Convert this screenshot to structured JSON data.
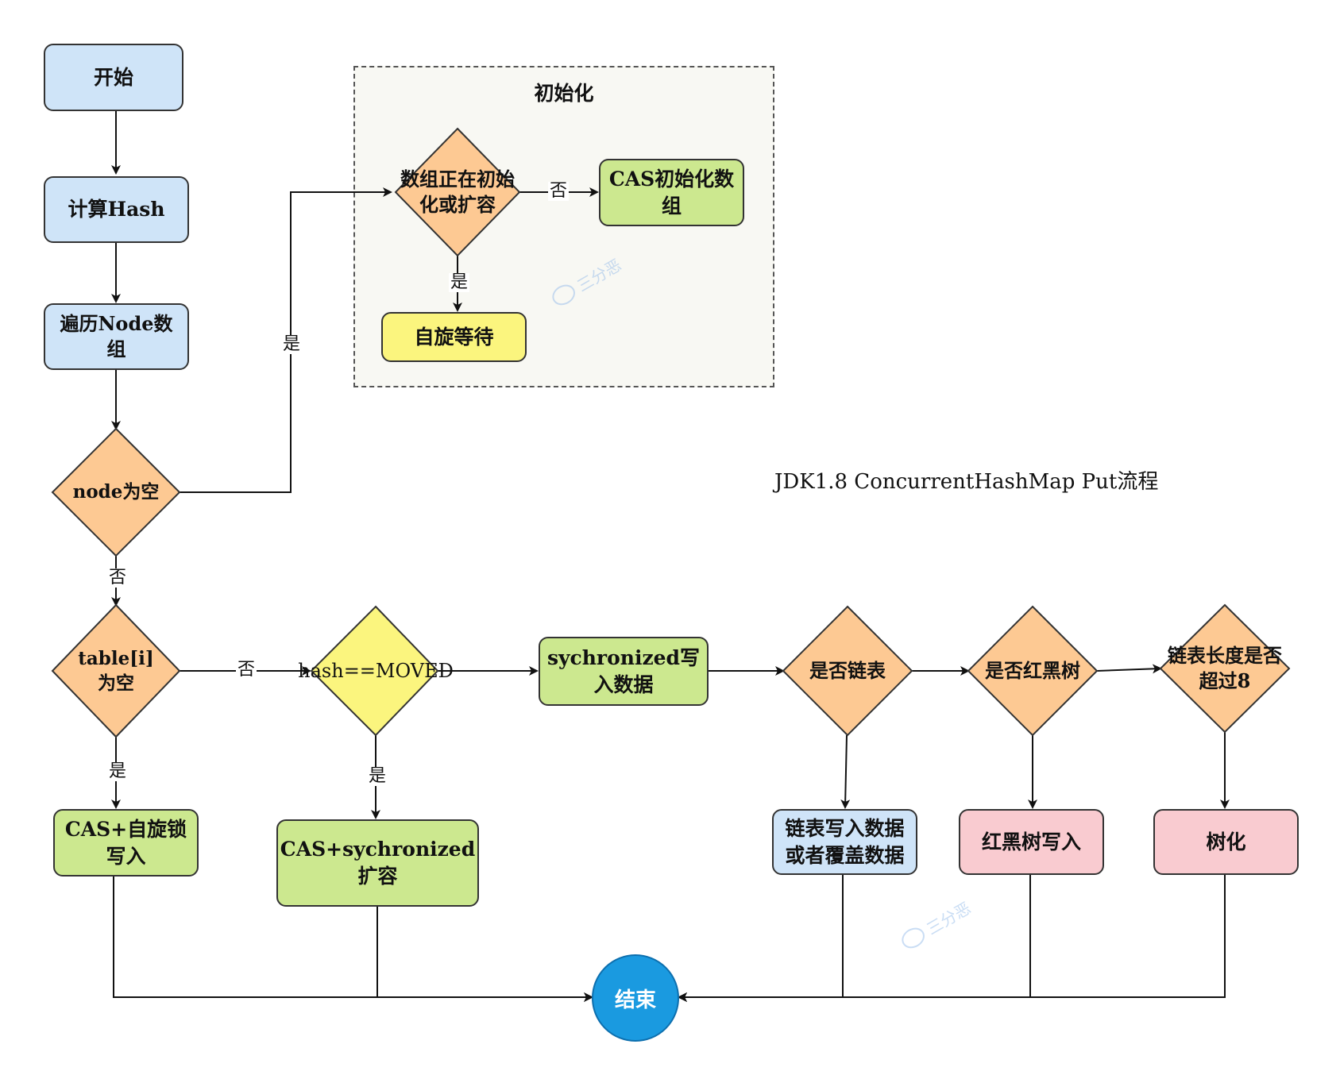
{
  "title": "JDK1.8 ConcurrentHashMap Put流程",
  "group": {
    "label": "初始化"
  },
  "nodes": {
    "start": "开始",
    "calc_hash": "计算Hash",
    "traverse": "遍历Node数组",
    "node_empty": "node为空",
    "init_check": "数组正在初始化或扩容",
    "cas_init": "CAS初始化数组",
    "spin_wait": "自旋等待",
    "table_empty": "table[i]为空",
    "hash_moved": "hash==MOVED",
    "sync_write": "sychronized写入数据",
    "is_list": "是否链表",
    "is_tree": "是否红黑树",
    "len_check": "链表长度是否超过8",
    "cas_spin": "CAS+自旋锁写入",
    "cas_sync_resize": "CAS+sychronized扩容",
    "list_write": "链表写入数据或者覆盖数据",
    "tree_write": "红黑树写入",
    "treeify": "树化",
    "end": "结束"
  },
  "edge_labels": {
    "node_empty_yes": "是",
    "node_empty_no": "否",
    "init_no": "否",
    "init_yes": "是",
    "table_no": "否",
    "table_yes": "是",
    "moved_yes": "是"
  },
  "watermark": "三分恶",
  "colors": {
    "blue": "#cfe4f8",
    "green": "#cce88f",
    "orange": "#fdc993",
    "yellow": "#fbf57e",
    "pink": "#f9cbd0",
    "end": "#1a9ae0"
  }
}
